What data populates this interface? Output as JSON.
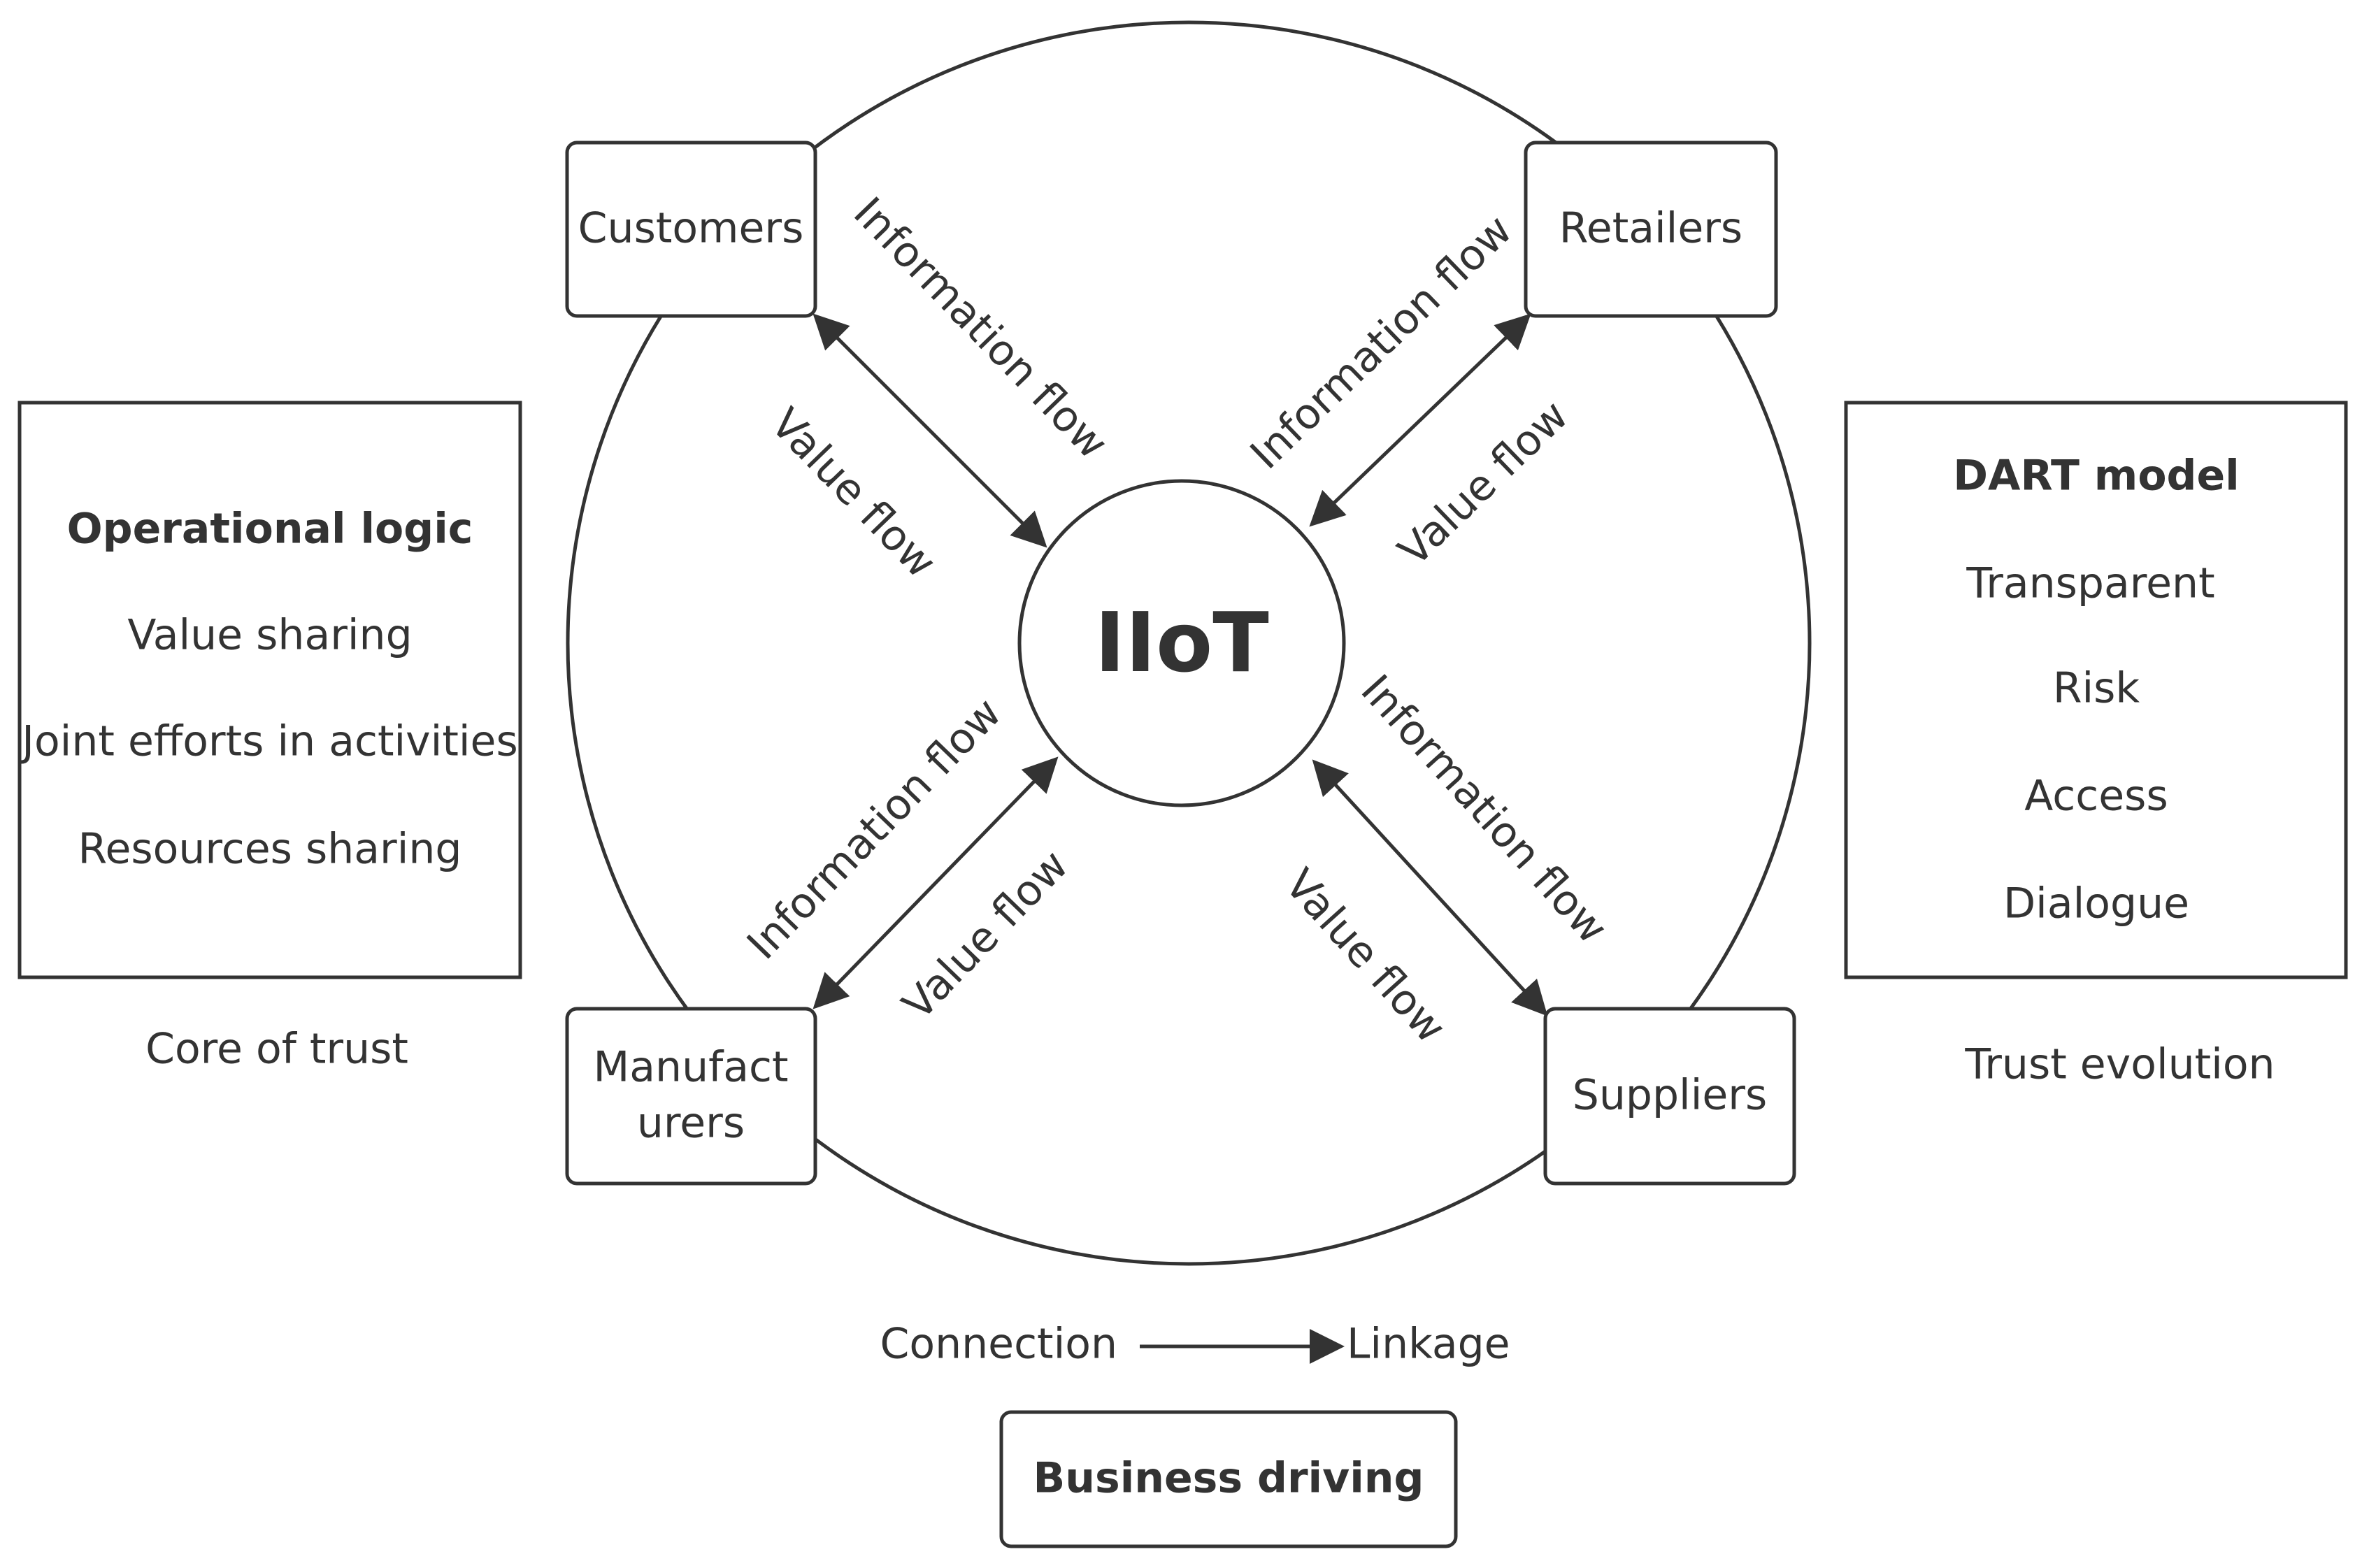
{
  "center": {
    "label": "IIoT"
  },
  "nodes": {
    "customers": "Customers",
    "retailers": "Retailers",
    "manufacturers_line1": "Manufact",
    "manufacturers_line2": "urers",
    "suppliers": "Suppliers"
  },
  "flows": {
    "information": "Information flow",
    "value": "Value flow"
  },
  "left_panel": {
    "title": "Operational logic",
    "items": [
      "Value sharing",
      "Joint efforts in activities",
      "Resources sharing"
    ],
    "caption": "Core of trust"
  },
  "right_panel": {
    "title": "DART model",
    "items": [
      "Transparent",
      "Risk",
      "Access",
      "Dialogue"
    ],
    "caption": "Trust evolution"
  },
  "bottom": {
    "from": "Connection",
    "to": "Linkage",
    "box_label": "Business driving"
  }
}
